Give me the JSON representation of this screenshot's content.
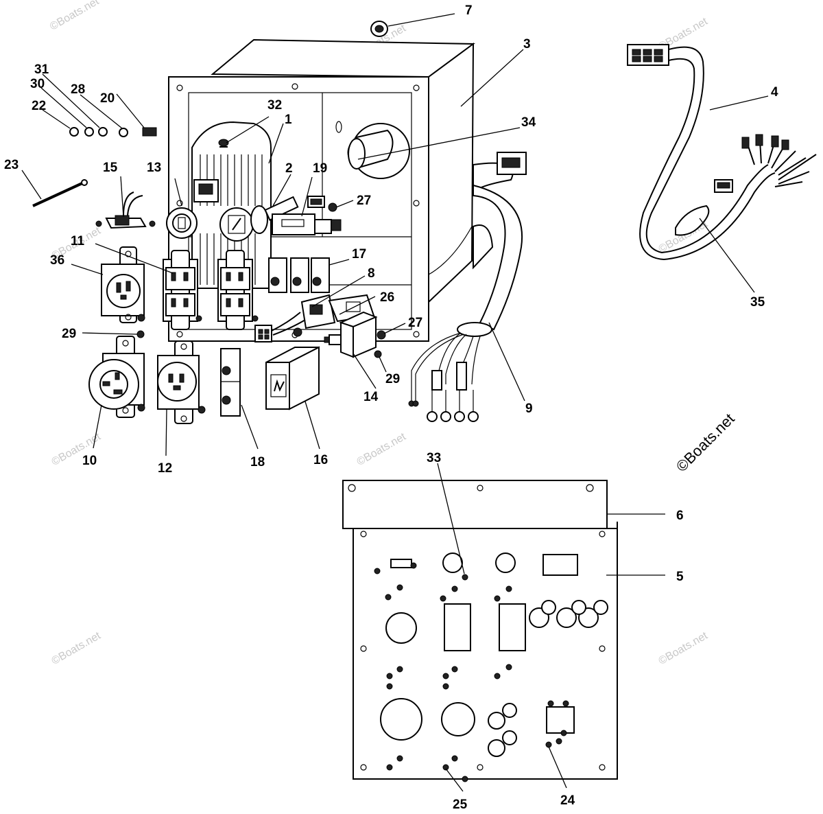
{
  "watermark": {
    "small": "©Boats.net",
    "large": "©Boats.net"
  },
  "callouts": [
    {
      "n": "1"
    },
    {
      "n": "2"
    },
    {
      "n": "3"
    },
    {
      "n": "4"
    },
    {
      "n": "5"
    },
    {
      "n": "6"
    },
    {
      "n": "7"
    },
    {
      "n": "8"
    },
    {
      "n": "9"
    },
    {
      "n": "10"
    },
    {
      "n": "11"
    },
    {
      "n": "12"
    },
    {
      "n": "13"
    },
    {
      "n": "14"
    },
    {
      "n": "15"
    },
    {
      "n": "16"
    },
    {
      "n": "17"
    },
    {
      "n": "18"
    },
    {
      "n": "19"
    },
    {
      "n": "20"
    },
    {
      "n": "22"
    },
    {
      "n": "23"
    },
    {
      "n": "24"
    },
    {
      "n": "25"
    },
    {
      "n": "26"
    },
    {
      "n": "27"
    },
    {
      "n": "27"
    },
    {
      "n": "28"
    },
    {
      "n": "29"
    },
    {
      "n": "29"
    },
    {
      "n": "30"
    },
    {
      "n": "31"
    },
    {
      "n": "32"
    },
    {
      "n": "33"
    },
    {
      "n": "34"
    },
    {
      "n": "35"
    },
    {
      "n": "36"
    }
  ]
}
